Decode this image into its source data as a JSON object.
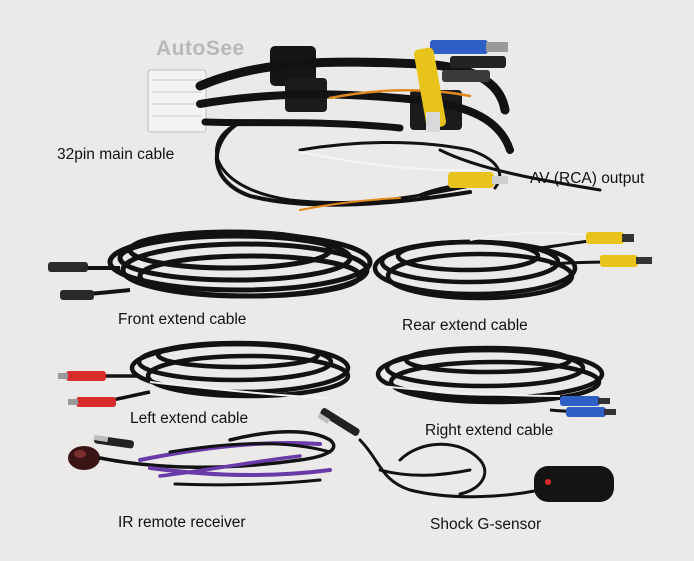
{
  "watermark": "AutoSee",
  "labels": {
    "main_cable": "32pin main cable",
    "av_output": "AV (RCA) output",
    "front_cable": "Front extend cable",
    "rear_cable": "Rear extend cable",
    "left_cable": "Left extend cable",
    "right_cable": "Right extend cable",
    "ir_receiver": "IR remote receiver",
    "g_sensor": "Shock G-sensor"
  },
  "colors": {
    "background": "#ebeae8",
    "cable": "#111111",
    "rca_yellow": "#e8c41a",
    "connector_blue": "#2f5fc4",
    "connector_red": "#d92b2b",
    "ir_wire_purple": "#6a3aa8",
    "plug_white": "#f2f2f2"
  }
}
